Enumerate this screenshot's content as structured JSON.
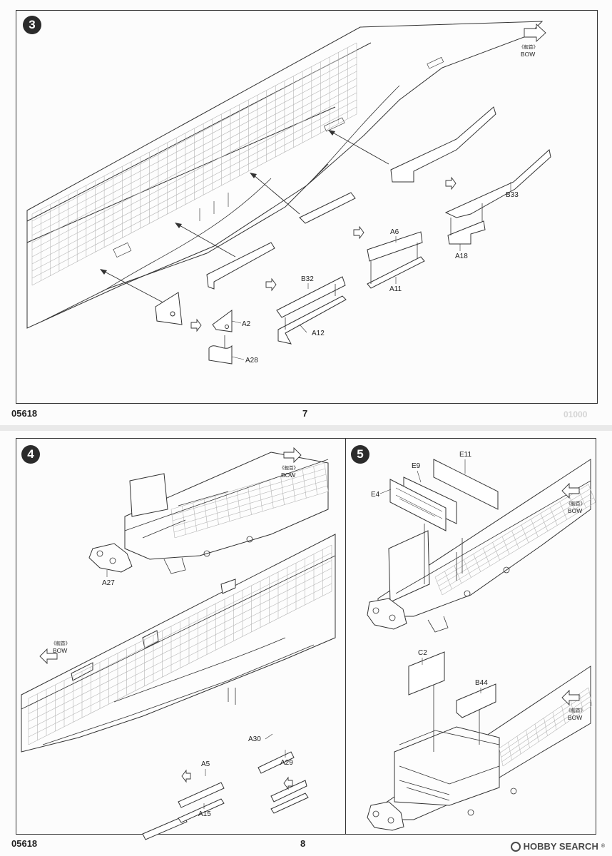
{
  "pages": [
    {
      "footer_code": "05618",
      "page_number": "7",
      "ghost_text": "01000",
      "steps": [
        {
          "number": "3",
          "bow": {
            "caption": "《舰首》",
            "label": "BOW"
          },
          "parts": [
            "A2",
            "A28",
            "B32",
            "A12",
            "A6",
            "A11",
            "B33",
            "A18"
          ]
        }
      ]
    },
    {
      "footer_code": "05618",
      "page_number": "8",
      "steps": [
        {
          "number": "4",
          "bows": [
            {
              "caption": "《舰首》",
              "label": "BOW"
            },
            {
              "caption": "《舰首》",
              "label": "BOW"
            }
          ],
          "parts": [
            "A27",
            "A30",
            "A29",
            "A5",
            "A15"
          ]
        },
        {
          "number": "5",
          "bows": [
            {
              "caption": "《舰首》",
              "label": "BOW"
            },
            {
              "caption": "《舰首》",
              "label": "BOW"
            }
          ],
          "parts": [
            "E11",
            "E9",
            "E4",
            "C2",
            "B44"
          ]
        }
      ]
    }
  ],
  "watermark": {
    "brand": "HOBBY SEARCH",
    "mark": "®"
  },
  "colors": {
    "line": "#333333",
    "paper": "#fcfcfc",
    "grid": "#b5b5b5"
  }
}
